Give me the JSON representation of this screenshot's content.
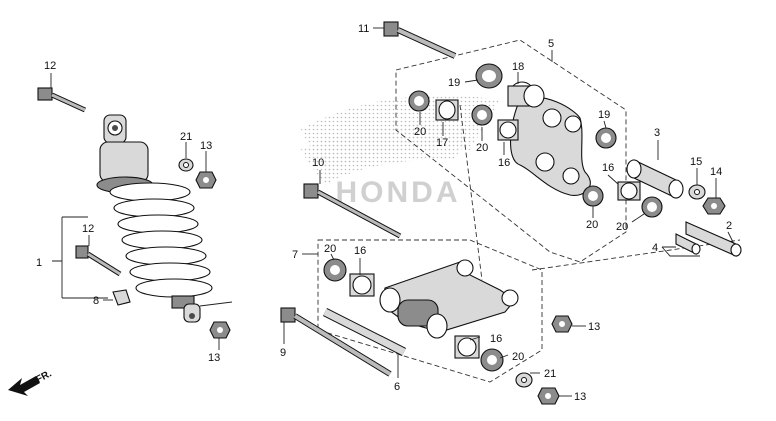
{
  "watermark": {
    "text": "HONDA"
  },
  "front_marker": {
    "text": "FR."
  },
  "callouts": [
    {
      "id": "c1",
      "text": "1"
    },
    {
      "id": "c2",
      "text": "2"
    },
    {
      "id": "c3",
      "text": "3"
    },
    {
      "id": "c4",
      "text": "4"
    },
    {
      "id": "c5",
      "text": "5"
    },
    {
      "id": "c6",
      "text": "6"
    },
    {
      "id": "c7",
      "text": "7"
    },
    {
      "id": "c8",
      "text": "8"
    },
    {
      "id": "c9",
      "text": "9"
    },
    {
      "id": "c10",
      "text": "10"
    },
    {
      "id": "c11",
      "text": "11"
    },
    {
      "id": "c12a",
      "text": "12"
    },
    {
      "id": "c12b",
      "text": "12"
    },
    {
      "id": "c13a",
      "text": "13"
    },
    {
      "id": "c13b",
      "text": "13"
    },
    {
      "id": "c13c",
      "text": "13"
    },
    {
      "id": "c13d",
      "text": "13"
    },
    {
      "id": "c14",
      "text": "14"
    },
    {
      "id": "c15",
      "text": "15"
    },
    {
      "id": "c16a",
      "text": "16"
    },
    {
      "id": "c16b",
      "text": "16"
    },
    {
      "id": "c16c",
      "text": "16"
    },
    {
      "id": "c16d",
      "text": "16"
    },
    {
      "id": "c17",
      "text": "17"
    },
    {
      "id": "c18",
      "text": "18"
    },
    {
      "id": "c19a",
      "text": "19"
    },
    {
      "id": "c19b",
      "text": "19"
    },
    {
      "id": "c20a",
      "text": "20"
    },
    {
      "id": "c20b",
      "text": "20"
    },
    {
      "id": "c20c",
      "text": "20"
    },
    {
      "id": "c20d",
      "text": "20"
    },
    {
      "id": "c20e",
      "text": "20"
    },
    {
      "id": "c20f",
      "text": "20"
    },
    {
      "id": "c21a",
      "text": "21"
    },
    {
      "id": "c21b",
      "text": "21"
    }
  ],
  "colors": {
    "ink": "#111111",
    "shade": "#8c8c8c",
    "light": "#d9d9d9",
    "watermark": "#cfcfcf"
  }
}
